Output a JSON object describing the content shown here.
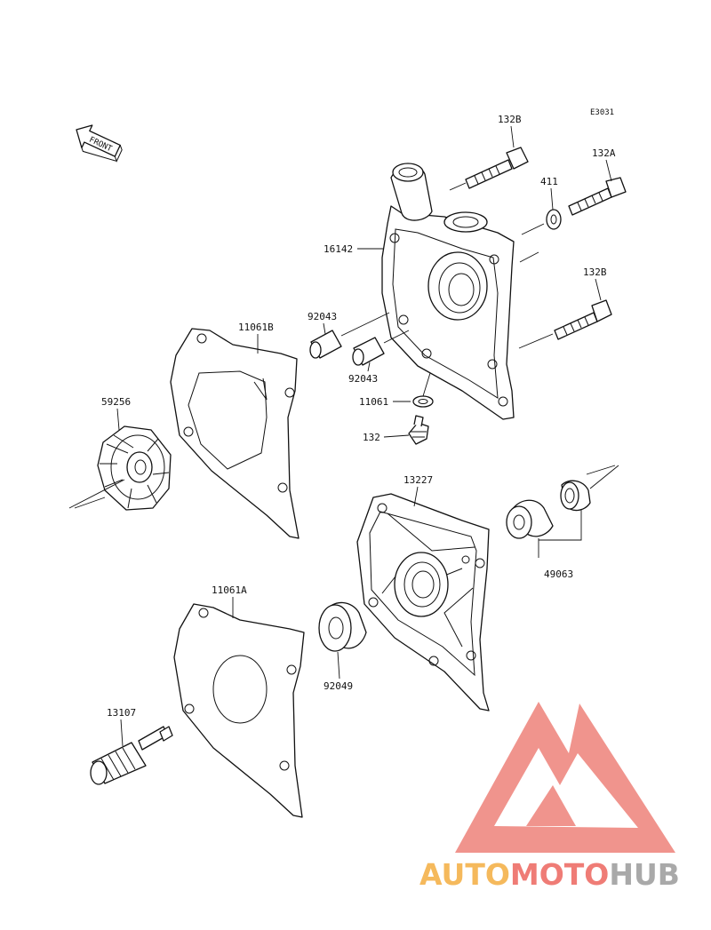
{
  "diagram": {
    "code": "E3031",
    "front_label": "FRONT",
    "labels": {
      "p132B_top": "132B",
      "p132A": "132A",
      "p411": "411",
      "p16142": "16142",
      "p132B_mid": "132B",
      "p92043_a": "92043",
      "p92043_b": "92043",
      "p11061": "11061",
      "p132": "132",
      "p11061B": "11061B",
      "p59256": "59256",
      "p13227": "13227",
      "p49063": "49063",
      "p11061A": "11061A",
      "p92049": "92049",
      "p13107": "13107"
    }
  },
  "watermark": {
    "part1": "AUTO",
    "part2": "MOTO",
    "part3": "HUB",
    "color_orange": "#f5b95c",
    "color_red": "#ef7c76",
    "color_gray": "#a9a9a9",
    "logo_color": "#f08f87"
  }
}
